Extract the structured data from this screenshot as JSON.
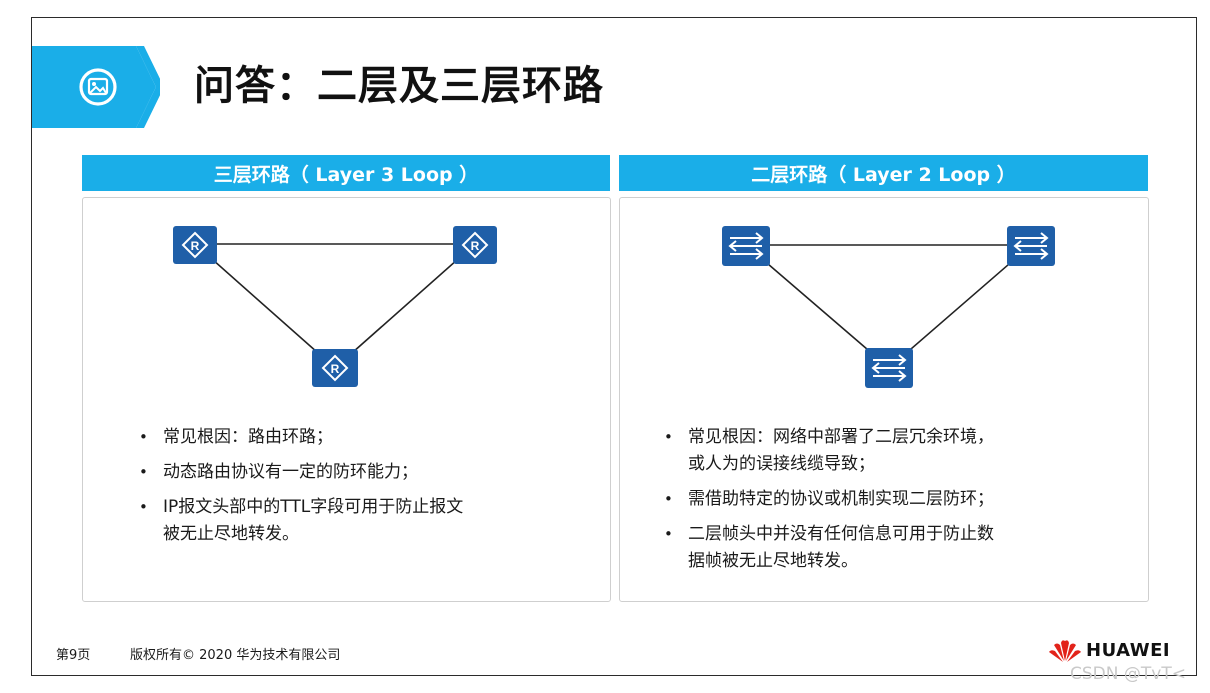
{
  "header": {
    "title": "问答：二层及三层环路",
    "icon": "picture-icon"
  },
  "left_panel": {
    "heading": "三层环路（ Layer 3 Loop ）",
    "device_icon": "router-icon",
    "device_label": "R",
    "bullets": [
      "常见根因：路由环路；",
      "动态路由协议有一定的防环能力；",
      "IP报文头部中的TTL字段可用于防止报文",
      "被无止尽地转发。"
    ]
  },
  "right_panel": {
    "heading": "二层环路（ Layer 2 Loop ）",
    "device_icon": "switch-icon",
    "bullets": [
      "常见根因：网络中部署了二层冗余环境，",
      "或人为的误接线缆导致；",
      "需借助特定的协议或机制实现二层防环；",
      "二层帧头中并没有任何信息可用于防止数",
      "据帧被无止尽地转发。"
    ]
  },
  "footer": {
    "page": "第9页",
    "copyright": "版权所有© 2020 华为技术有限公司",
    "brand": "HUAWEI",
    "watermark": "CSDN @TvT<"
  },
  "colors": {
    "accent": "#1aaee8",
    "device": "#1f5fa8",
    "brand_red": "#e2231a"
  }
}
